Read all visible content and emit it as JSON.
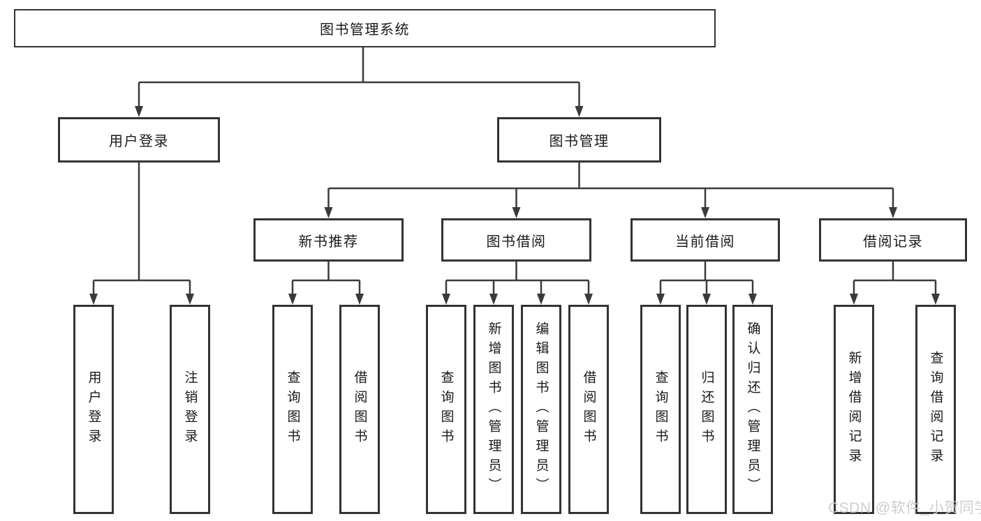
{
  "tree": {
    "label": "图书管理系统",
    "children": [
      {
        "label": "用户登录",
        "children": [
          {
            "label": "用户登录"
          },
          {
            "label": "注销登录"
          }
        ]
      },
      {
        "label": "图书管理",
        "children": [
          {
            "label": "新书推荐",
            "children": [
              {
                "label": "查询图书"
              },
              {
                "label": "借阅图书"
              }
            ]
          },
          {
            "label": "图书借阅",
            "children": [
              {
                "label": "查询图书"
              },
              {
                "label": "新增图书（管理员）"
              },
              {
                "label": "编辑图书（管理员）"
              },
              {
                "label": "借阅图书"
              }
            ]
          },
          {
            "label": "当前借阅",
            "children": [
              {
                "label": "查询图书"
              },
              {
                "label": "归还图书"
              },
              {
                "label": "确认归还（管理员）"
              }
            ]
          },
          {
            "label": "借阅记录",
            "children": [
              {
                "label": "新增借阅记录"
              },
              {
                "label": "查询借阅记录"
              }
            ]
          }
        ]
      }
    ]
  },
  "watermark": {
    "text": "CSDN @软件_小贺同学"
  },
  "colors": {
    "background": "#ffffff",
    "line": "#3a3a3a",
    "box_border": "#333333",
    "text": "#1a1a1a",
    "watermark": "#cccccc"
  }
}
